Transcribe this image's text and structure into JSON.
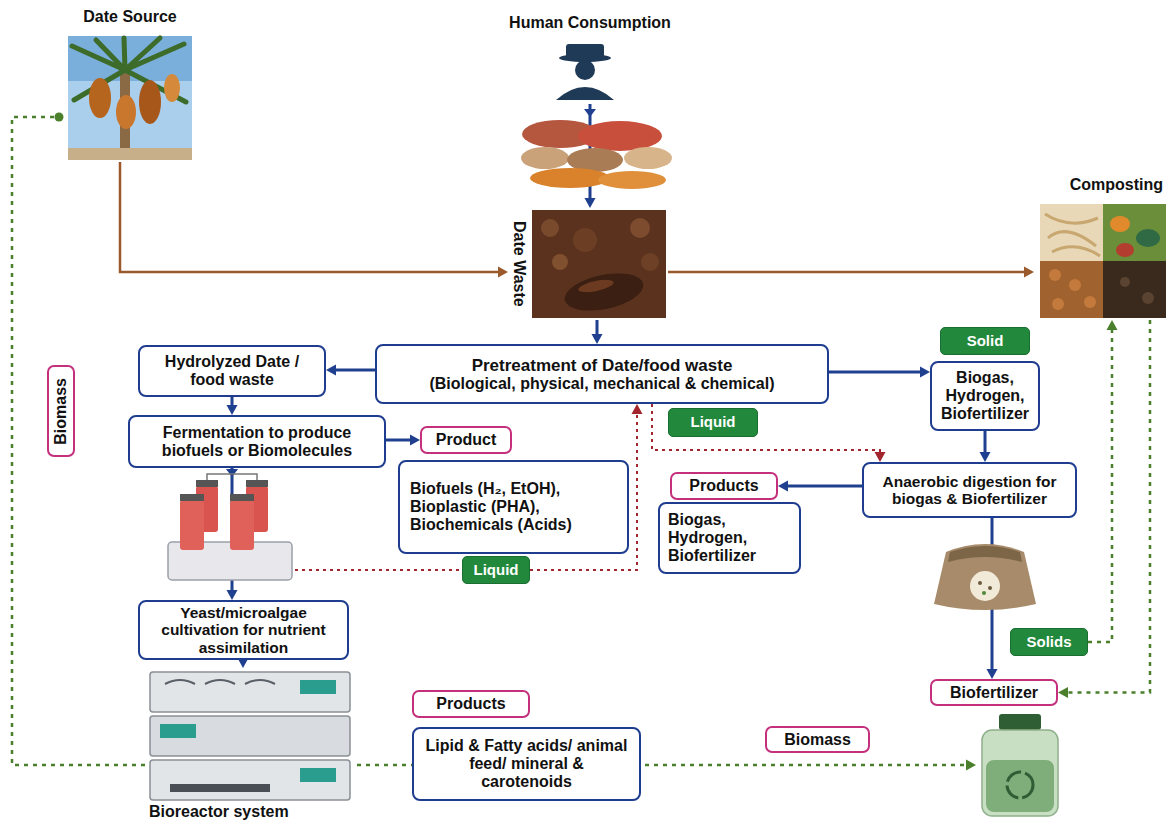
{
  "diagram": {
    "nodes": [
      {
        "text": [
          "Date Source"
        ]
      },
      {
        "text": [
          "Human Consumption"
        ]
      },
      {
        "text": [
          "Date Waste"
        ]
      },
      {
        "text": [
          "Composting"
        ]
      },
      {
        "text": [
          "Hydrolyzed Date / food waste"
        ]
      },
      {
        "text": [
          "Pretreatment of Date/food waste",
          "(Biological, physical, mechanical & chemical)"
        ]
      },
      {
        "text": [
          "Solid"
        ]
      },
      {
        "text": [
          "Biogas, Hydrogen, Biofertilizer"
        ]
      },
      {
        "text": [
          "Biomass"
        ]
      },
      {
        "text": [
          "Fermentation to produce biofuels or Biomolecules"
        ]
      },
      {
        "text": [
          "Product"
        ]
      },
      {
        "text": [
          "Biofuels (H₂, EtOH), Bioplastic (PHA), Biochemicals (Acids)"
        ]
      },
      {
        "text": [
          "Liquid"
        ]
      },
      {
        "text": [
          "Anaerobic digestion for biogas & Biofertilizer"
        ]
      },
      {
        "text": [
          "Products"
        ]
      },
      {
        "text": [
          "Biogas, Hydrogen, Biofertilizer"
        ]
      },
      {
        "text": [
          "Liquid"
        ]
      },
      {
        "text": [
          "Yeast/microalgae cultivation for nutrient assimilation"
        ]
      },
      {
        "text": [
          "Solids"
        ]
      },
      {
        "text": [
          "Biofertilizer"
        ]
      },
      {
        "text": [
          "Products"
        ]
      },
      {
        "text": [
          "Lipid & Fatty acids/ animal feed/ mineral & carotenoids"
        ]
      },
      {
        "text": [
          "Biomass"
        ]
      },
      {
        "text": [
          "Bioreactor system"
        ]
      }
    ],
    "edges": [
      {
        "from": 0,
        "to": 2,
        "arrow": "to"
      },
      {
        "from": 1,
        "to": 2,
        "arrow": "to"
      },
      {
        "from": 2,
        "to": 3,
        "arrow": "to"
      },
      {
        "from": 2,
        "to": 5,
        "arrow": "to"
      },
      {
        "from": 5,
        "to": 4,
        "arrow": "to"
      },
      {
        "from": 5,
        "to": 7,
        "arrow": "to"
      },
      {
        "from": 7,
        "to": 13,
        "arrow": "to"
      },
      {
        "from": 4,
        "to": 9,
        "arrow": "to"
      },
      {
        "from": 9,
        "to": 10,
        "arrow": "to"
      },
      {
        "from": 9,
        "to": 17,
        "arrow": "to"
      },
      {
        "from": 16,
        "to": 5,
        "arrow": "to"
      },
      {
        "from": 5,
        "to": 13,
        "arrow": "to"
      },
      {
        "from": 13,
        "to": 14,
        "arrow": "to"
      },
      {
        "from": 13,
        "to": 19,
        "arrow": "to"
      },
      {
        "from": 18,
        "to": 3,
        "arrow": "to"
      },
      {
        "from": 3,
        "to": 19,
        "arrow": "to"
      },
      {
        "from": 17,
        "to": 23,
        "arrow": "to"
      },
      {
        "from": 23,
        "to": 0,
        "arrow": "none"
      },
      {
        "from": 23,
        "to": 21,
        "arrow": "none"
      }
    ]
  }
}
